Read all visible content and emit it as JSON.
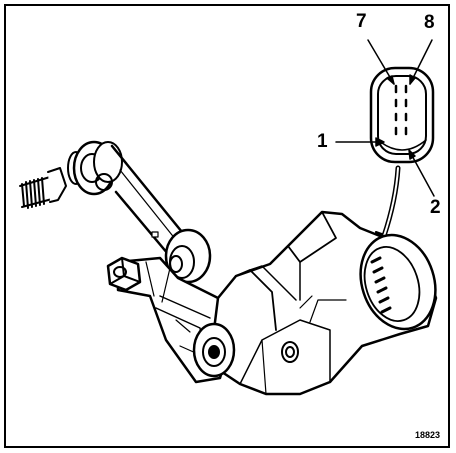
{
  "labels": {
    "pin_7": "7",
    "pin_8": "8",
    "pin_1": "1",
    "pin_2": "2"
  },
  "figure_ref": "18823",
  "colors": {
    "line": "#000000",
    "background": "#ffffff"
  }
}
